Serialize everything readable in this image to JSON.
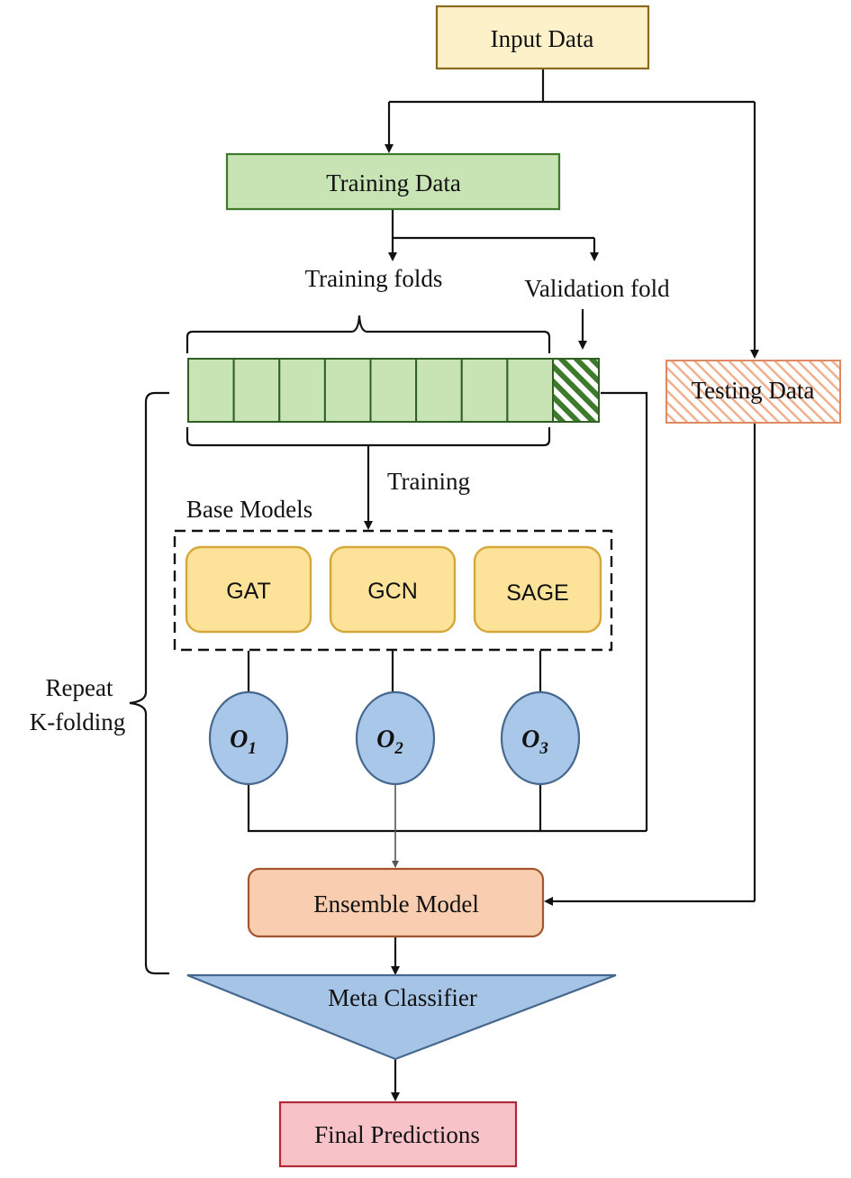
{
  "nodes": {
    "input": "Input Data",
    "training": "Training  Data",
    "testing": "Testing Data",
    "ensemble": "Ensemble Model",
    "meta": "Meta Classifier",
    "final": "Final Predictions"
  },
  "annotations": {
    "training_folds": "Training  folds",
    "validation_fold": "Validation  fold",
    "training": "Training",
    "base_models": "Base Models",
    "repeat_line1": "Repeat",
    "repeat_line2": "K-folding"
  },
  "models": [
    "GAT",
    "GCN",
    "SAGE"
  ],
  "outputs": [
    {
      "base": "O",
      "sub": "1"
    },
    {
      "base": "O",
      "sub": "2"
    },
    {
      "base": "O",
      "sub": "3"
    }
  ],
  "folds": {
    "training_count": 8,
    "validation_count": 1
  },
  "colors": {
    "input_fill": "#fdf1c9",
    "input_stroke": "#8a6a1d",
    "training_fill": "#c8e4b5",
    "training_stroke": "#3d7a2c",
    "fold_fill": "#c8e4b5",
    "fold_stroke": "#2f5f22",
    "validation_hatch": "#3d7a2c",
    "testing_hatch": "#f0b08f",
    "testing_stroke": "#e08a64",
    "model_fill": "#fde29a",
    "model_stroke": "#d6a73a",
    "output_fill": "#a9c7e8",
    "output_stroke": "#46688f",
    "ensemble_fill": "#f8cdb0",
    "ensemble_stroke": "#a3562c",
    "meta_fill": "#a6c5e6",
    "meta_stroke": "#46688f",
    "final_fill": "#f7c3c9",
    "final_stroke": "#b02a35"
  }
}
